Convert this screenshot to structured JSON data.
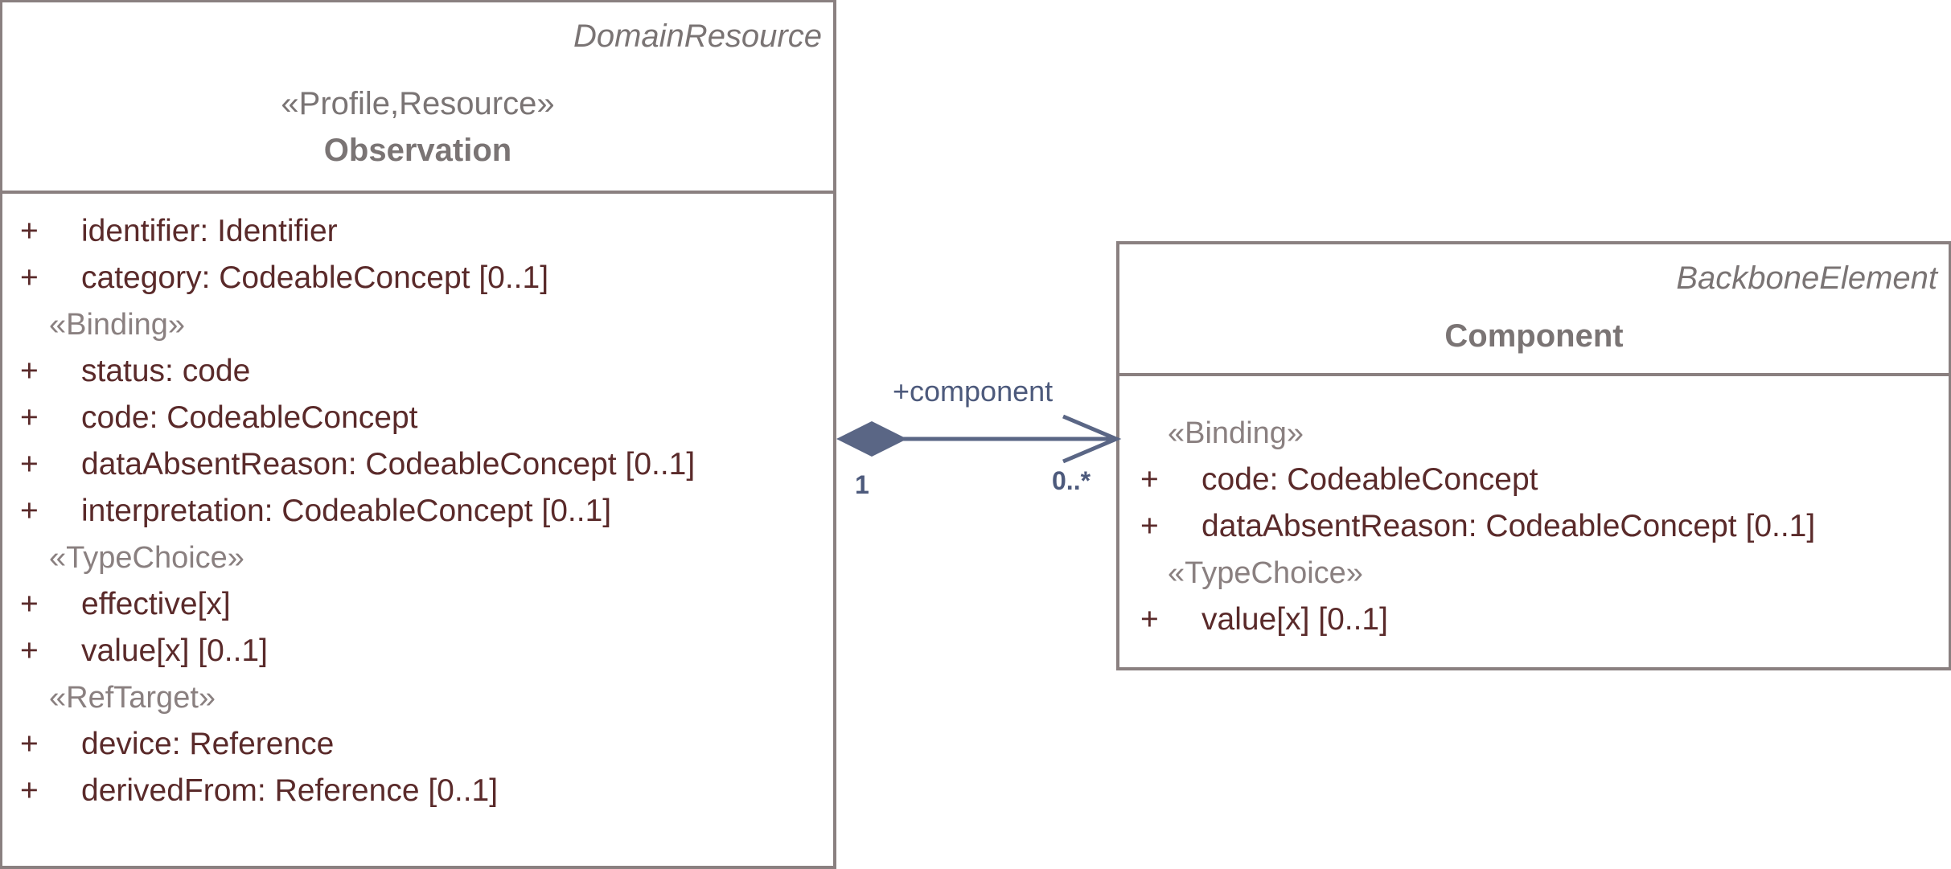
{
  "observation": {
    "superclass": "DomainResource",
    "stereotype": "«Profile,Resource»",
    "name": "Observation",
    "attributes_top": [
      {
        "vis": "+",
        "text": "identifier: Identifier"
      },
      {
        "vis": "+",
        "text": "category: CodeableConcept [0..1]"
      }
    ],
    "binding_label": "«Binding»",
    "binding_attributes": [
      {
        "vis": "+",
        "text": "status: code"
      },
      {
        "vis": "+",
        "text": "code: CodeableConcept"
      },
      {
        "vis": "+",
        "text": "dataAbsentReason: CodeableConcept [0..1]"
      },
      {
        "vis": "+",
        "text": "interpretation: CodeableConcept [0..1]"
      }
    ],
    "typechoice_label": "«TypeChoice»",
    "typechoice_attributes": [
      {
        "vis": "+",
        "text": "effective[x]"
      },
      {
        "vis": "+",
        "text": "value[x] [0..1]"
      }
    ],
    "reftarget_label": "«RefTarget»",
    "reftarget_attributes": [
      {
        "vis": "+",
        "text": "device: Reference"
      },
      {
        "vis": "+",
        "text": "derivedFrom: Reference [0..1]"
      }
    ]
  },
  "component": {
    "superclass": "BackboneElement",
    "name": "Component",
    "binding_label": "«Binding»",
    "binding_attributes": [
      {
        "vis": "+",
        "text": "code: CodeableConcept"
      },
      {
        "vis": "+",
        "text": "dataAbsentReason: CodeableConcept [0..1]"
      }
    ],
    "typechoice_label": "«TypeChoice»",
    "typechoice_attributes": [
      {
        "vis": "+",
        "text": "value[x] [0..1]"
      }
    ]
  },
  "association": {
    "role": "+component",
    "source_multiplicity": "1",
    "target_multiplicity": "0..*",
    "line_color": "#5a6685"
  }
}
